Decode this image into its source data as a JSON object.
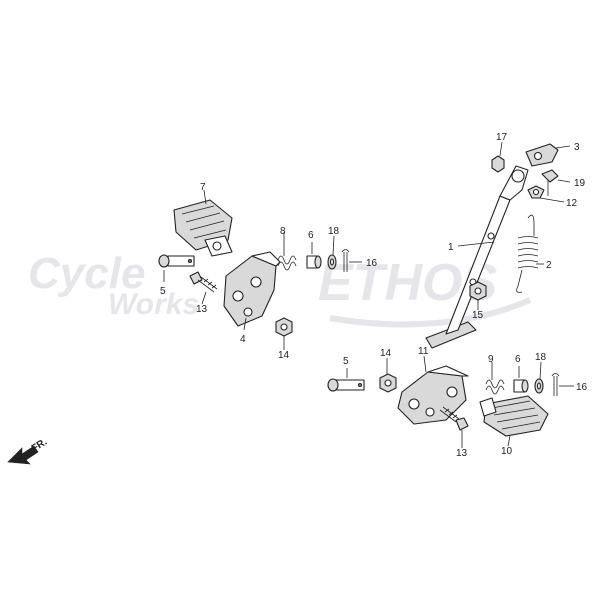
{
  "watermark": {
    "left_line1": "Cycle",
    "left_line2": "Works",
    "right": "ETHOS",
    "color": "#e6e6ea"
  },
  "direction_arrow": {
    "label": "FR.",
    "icon": "front-direction-arrow-icon"
  },
  "callouts": [
    {
      "id": "1",
      "label": "1"
    },
    {
      "id": "2",
      "label": "2"
    },
    {
      "id": "3",
      "label": "3"
    },
    {
      "id": "4",
      "label": "4"
    },
    {
      "id": "5a",
      "label": "5"
    },
    {
      "id": "5b",
      "label": "5"
    },
    {
      "id": "6a",
      "label": "6"
    },
    {
      "id": "6b",
      "label": "6"
    },
    {
      "id": "7",
      "label": "7"
    },
    {
      "id": "8",
      "label": "8"
    },
    {
      "id": "9",
      "label": "9"
    },
    {
      "id": "10",
      "label": "10"
    },
    {
      "id": "11",
      "label": "11"
    },
    {
      "id": "12",
      "label": "12"
    },
    {
      "id": "13a",
      "label": "13"
    },
    {
      "id": "13b",
      "label": "13"
    },
    {
      "id": "14a",
      "label": "14"
    },
    {
      "id": "14b",
      "label": "14"
    },
    {
      "id": "15",
      "label": "15"
    },
    {
      "id": "16a",
      "label": "16"
    },
    {
      "id": "16b",
      "label": "16"
    },
    {
      "id": "17",
      "label": "17"
    },
    {
      "id": "18a",
      "label": "18"
    },
    {
      "id": "18b",
      "label": "18"
    },
    {
      "id": "19",
      "label": "19"
    }
  ]
}
